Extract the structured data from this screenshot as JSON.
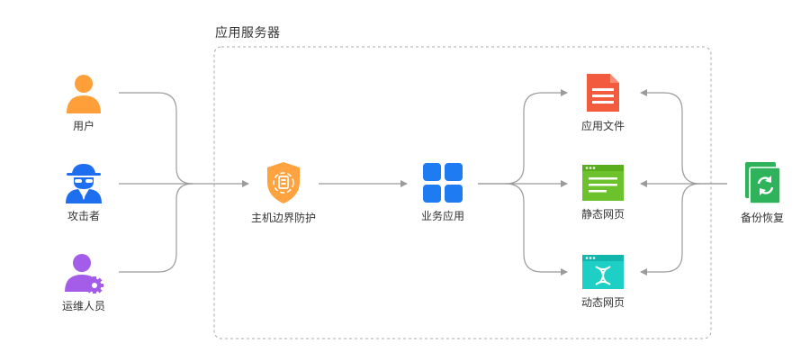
{
  "server": {
    "title": "应用服务器"
  },
  "nodes": {
    "user": {
      "label": "用户",
      "icon": "user-icon",
      "color": "#FF9F3A"
    },
    "attacker": {
      "label": "攻击者",
      "icon": "spy-icon",
      "color": "#1E6EF0"
    },
    "ops": {
      "label": "运维人员",
      "icon": "user-gear-icon",
      "color": "#A35DE8"
    },
    "host_defense": {
      "label": "主机边界防护",
      "icon": "shield-icon",
      "color": "#FFA341"
    },
    "business_app": {
      "label": "业务应用",
      "icon": "grid-icon",
      "color": "#1E7BF2"
    },
    "app_file": {
      "label": "应用文件",
      "icon": "document-icon",
      "color": "#F35B3F"
    },
    "static_page": {
      "label": "静态网页",
      "icon": "static-webpage-icon",
      "color": "#6CC22C"
    },
    "dynamic_page": {
      "label": "动态网页",
      "icon": "dynamic-webpage-icon",
      "color": "#1DCFC4"
    },
    "backup": {
      "label": "备份恢复",
      "icon": "backup-restore-icon",
      "color": "#2FB35A"
    }
  },
  "colors": {
    "connector": "#9B9B9B",
    "border": "#AAAAAA"
  }
}
